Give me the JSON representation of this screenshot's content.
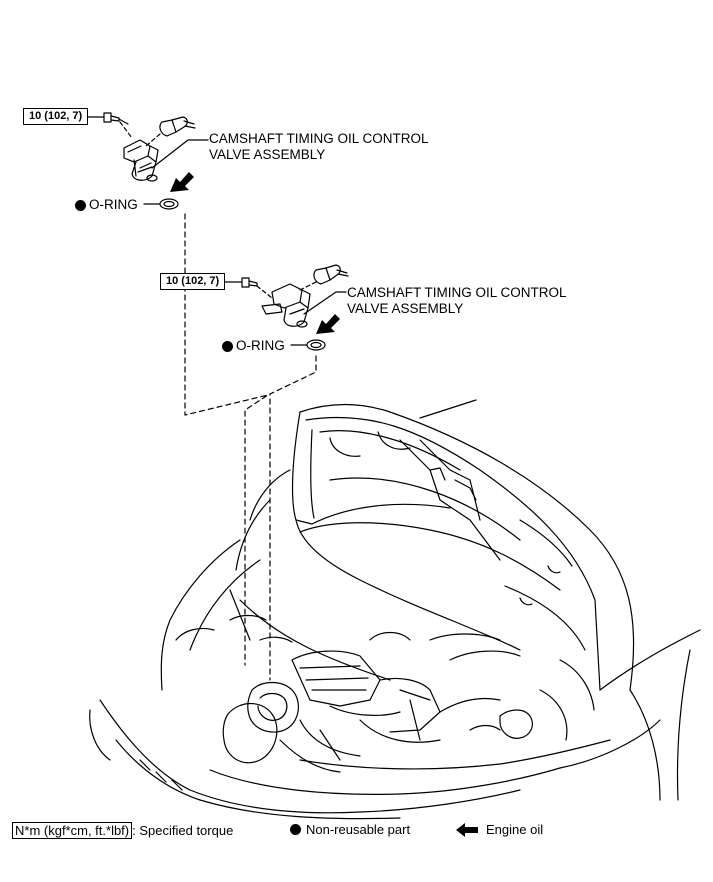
{
  "assemblies": [
    {
      "torque": "10 (102, 7)",
      "label_line1": "CAMSHAFT TIMING OIL CONTROL",
      "label_line2": "VALVE ASSEMBLY",
      "oring_label": "O-RING"
    },
    {
      "torque": "10 (102, 7)",
      "label_line1": "CAMSHAFT TIMING OIL CONTROL",
      "label_line2": "VALVE ASSEMBLY",
      "oring_label": "O-RING"
    }
  ],
  "legend": {
    "torque_unit": "N*m (kgf*cm, ft.*lbf)",
    "torque_text": ": Specified torque",
    "nonreusable_text": "Non-reusable part",
    "oil_text": "Engine oil"
  },
  "colors": {
    "line": "#000000",
    "background": "#ffffff"
  }
}
